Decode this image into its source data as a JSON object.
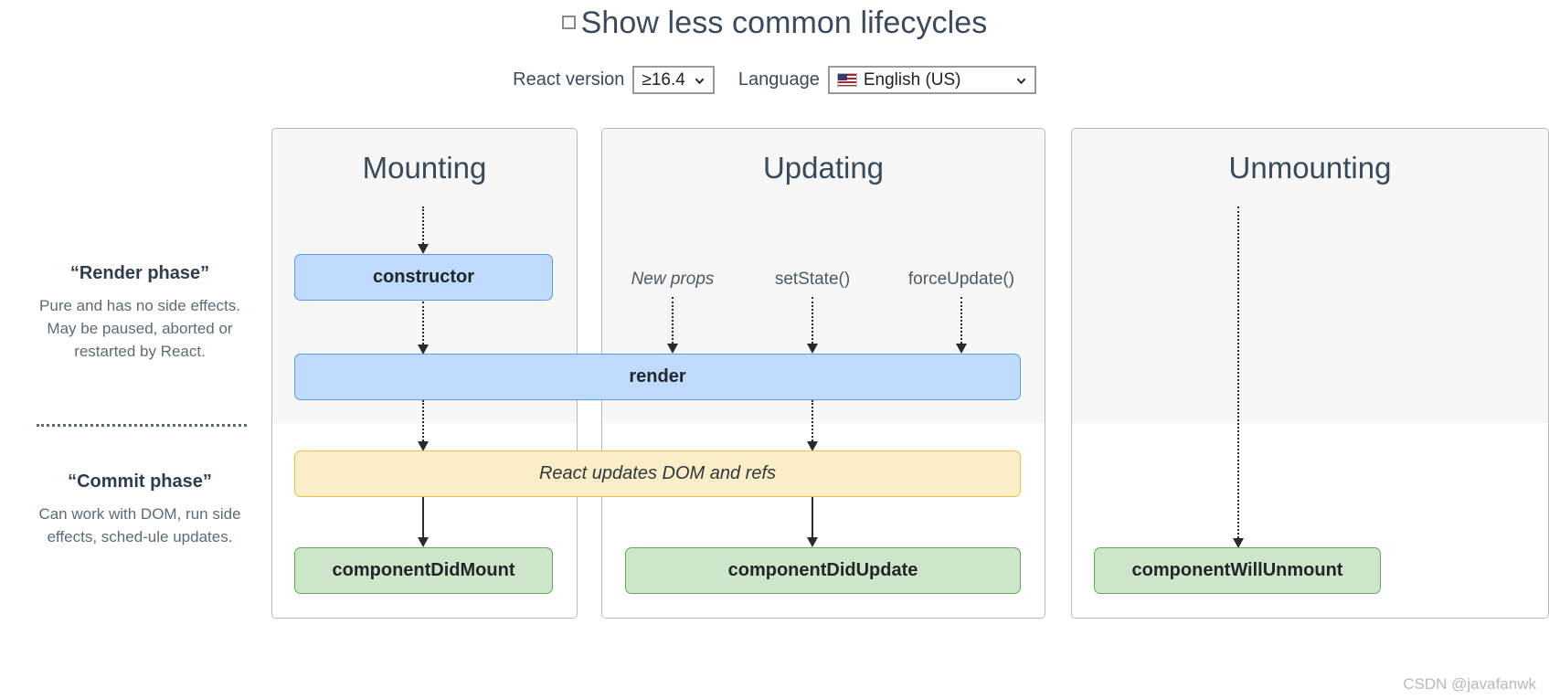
{
  "header": {
    "toggle_label": "Show less common lifecycles",
    "toggle_checked": false,
    "react_version_label": "React version",
    "react_version_value": "≥16.4",
    "language_label": "Language",
    "language_value": "English (US)",
    "language_flag": "us-flag-icon",
    "caret": "chevron-down-icon"
  },
  "phases": [
    {
      "title": "“Render phase”",
      "description": "Pure and has no side effects. May be paused, aborted or restarted by React."
    },
    {
      "title": "“Commit phase”",
      "description": "Can work with DOM, run side effects, sched-ule updates."
    }
  ],
  "columns": [
    {
      "id": "mounting",
      "title": "Mounting"
    },
    {
      "id": "updating",
      "title": "Updating"
    },
    {
      "id": "unmounting",
      "title": "Unmounting"
    }
  ],
  "triggers": [
    {
      "label": "New props",
      "italic": true
    },
    {
      "label": "setState()",
      "italic": false
    },
    {
      "label": "forceUpdate()",
      "italic": false
    }
  ],
  "boxes": {
    "constructor": "constructor",
    "render": "render",
    "react_updates": "React updates DOM and refs",
    "did_mount": "componentDidMount",
    "did_update": "componentDidUpdate",
    "will_unmount": "componentWillUnmount"
  },
  "colors": {
    "blue_fill": "#bfdbfd",
    "blue_border": "#5b9bea",
    "green_fill": "#cde5c8",
    "green_border": "#66a75c",
    "amber_fill": "#fbeec8",
    "amber_border": "#e9c04b",
    "panel_fill": "#f7f7f7",
    "panel_border": "#b9b9b9"
  },
  "watermark": "CSDN @javafanwk"
}
